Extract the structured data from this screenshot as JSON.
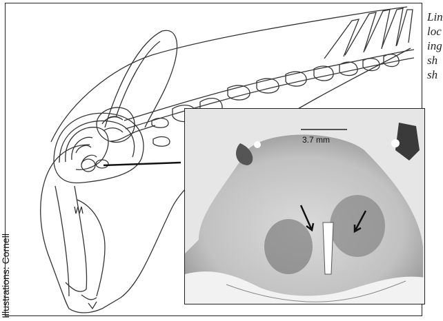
{
  "credit": {
    "text": "Illustrations: Cornell"
  },
  "caption": {
    "lines": [
      "Lin",
      "loc",
      "ing",
      "sh",
      "sh"
    ]
  },
  "photo": {
    "scale_bar_label": "3.7 mm"
  }
}
